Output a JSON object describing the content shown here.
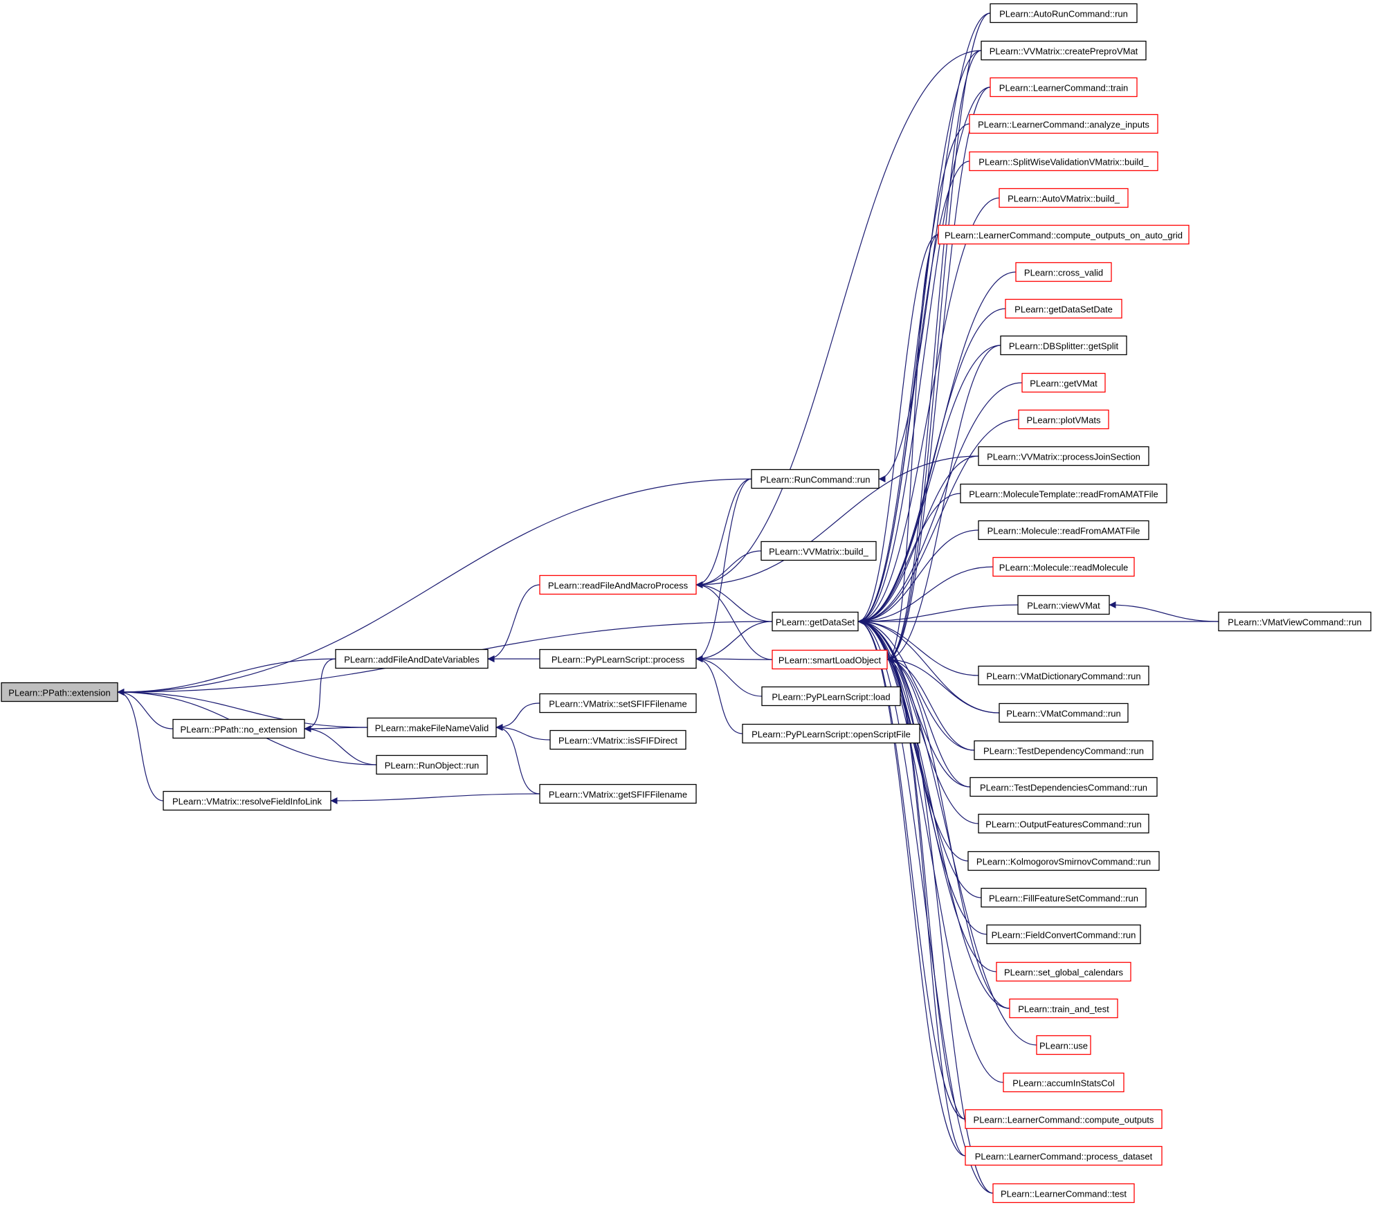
{
  "diagram": {
    "type": "call-graph",
    "colors": {
      "edge": "#191970",
      "node_border": "#000000",
      "node_truncated_border": "#ff0000",
      "focus_fill": "#bfbfbf",
      "node_fill": "#ffffff",
      "text": "#000000"
    },
    "nodes": [
      {
        "id": "n0",
        "label": "PLearn::PPath::extension",
        "style": "focus"
      },
      {
        "id": "n1",
        "label": "PLearn::RunCommand::run",
        "style": "normal"
      },
      {
        "id": "n2",
        "label": "PLearn::getDataSet",
        "style": "normal"
      },
      {
        "id": "n3",
        "label": "PLearn::addFileAndDateVariables",
        "style": "normal"
      },
      {
        "id": "n4",
        "label": "PLearn::PPath::no_extension",
        "style": "normal"
      },
      {
        "id": "n5",
        "label": "PLearn::makeFileNameValid",
        "style": "normal"
      },
      {
        "id": "n6",
        "label": "PLearn::RunObject::run",
        "style": "normal"
      },
      {
        "id": "n7",
        "label": "PLearn::VMatrix::resolveFieldInfoLink",
        "style": "normal"
      },
      {
        "id": "n8",
        "label": "PLearn::readFileAndMacroProcess",
        "style": "truncated"
      },
      {
        "id": "n9",
        "label": "PLearn::PyPLearnScript::process",
        "style": "normal"
      },
      {
        "id": "n10",
        "label": "PLearn::VMatrix::setSFIFFilename",
        "style": "normal"
      },
      {
        "id": "n11",
        "label": "PLearn::VMatrix::isSFIFDirect",
        "style": "normal"
      },
      {
        "id": "n12",
        "label": "PLearn::VMatrix::getSFIFFilename",
        "style": "normal"
      },
      {
        "id": "n13",
        "label": "PLearn::AutoRunCommand::run",
        "style": "normal"
      },
      {
        "id": "n14",
        "label": "PLearn::VVMatrix::build_",
        "style": "normal"
      },
      {
        "id": "n15",
        "label": "PLearn::smartLoadObject",
        "style": "truncated"
      },
      {
        "id": "n16",
        "label": "PLearn::PyPLearnScript::load",
        "style": "normal"
      },
      {
        "id": "n17",
        "label": "PLearn::PyPLearnScript::openScriptFile",
        "style": "normal"
      },
      {
        "id": "n18",
        "label": "PLearn::VVMatrix::createPreproVMat",
        "style": "normal"
      },
      {
        "id": "n19",
        "label": "PLearn::LearnerCommand::train",
        "style": "truncated"
      },
      {
        "id": "n20",
        "label": "PLearn::LearnerCommand::analyze_inputs",
        "style": "truncated"
      },
      {
        "id": "n21",
        "label": "PLearn::SplitWiseValidationVMatrix::build_",
        "style": "truncated"
      },
      {
        "id": "n22",
        "label": "PLearn::AutoVMatrix::build_",
        "style": "truncated"
      },
      {
        "id": "n23",
        "label": "PLearn::LearnerCommand::compute_outputs_on_auto_grid",
        "style": "truncated"
      },
      {
        "id": "n24",
        "label": "PLearn::cross_valid",
        "style": "truncated"
      },
      {
        "id": "n25",
        "label": "PLearn::getDataSetDate",
        "style": "truncated"
      },
      {
        "id": "n26",
        "label": "PLearn::DBSplitter::getSplit",
        "style": "normal"
      },
      {
        "id": "n27",
        "label": "PLearn::getVMat",
        "style": "truncated"
      },
      {
        "id": "n28",
        "label": "PLearn::plotVMats",
        "style": "truncated"
      },
      {
        "id": "n29",
        "label": "PLearn::VVMatrix::processJoinSection",
        "style": "normal"
      },
      {
        "id": "n30",
        "label": "PLearn::MoleculeTemplate::readFromAMATFile",
        "style": "normal"
      },
      {
        "id": "n31",
        "label": "PLearn::Molecule::readFromAMATFile",
        "style": "normal"
      },
      {
        "id": "n32",
        "label": "PLearn::Molecule::readMolecule",
        "style": "truncated"
      },
      {
        "id": "n33",
        "label": "PLearn::viewVMat",
        "style": "normal"
      },
      {
        "id": "n34",
        "label": "PLearn::VMatViewCommand::run",
        "style": "normal"
      },
      {
        "id": "n35",
        "label": "PLearn::VMatDictionaryCommand::run",
        "style": "normal"
      },
      {
        "id": "n36",
        "label": "PLearn::VMatCommand::run",
        "style": "normal"
      },
      {
        "id": "n37",
        "label": "PLearn::TestDependencyCommand::run",
        "style": "normal"
      },
      {
        "id": "n38",
        "label": "PLearn::TestDependenciesCommand::run",
        "style": "normal"
      },
      {
        "id": "n39",
        "label": "PLearn::OutputFeaturesCommand::run",
        "style": "normal"
      },
      {
        "id": "n40",
        "label": "PLearn::KolmogorovSmirnovCommand::run",
        "style": "normal"
      },
      {
        "id": "n41",
        "label": "PLearn::FillFeatureSetCommand::run",
        "style": "normal"
      },
      {
        "id": "n42",
        "label": "PLearn::FieldConvertCommand::run",
        "style": "normal"
      },
      {
        "id": "n43",
        "label": "PLearn::set_global_calendars",
        "style": "truncated"
      },
      {
        "id": "n44",
        "label": "PLearn::train_and_test",
        "style": "truncated"
      },
      {
        "id": "n45",
        "label": "PLearn::use",
        "style": "truncated"
      },
      {
        "id": "n46",
        "label": "PLearn::accumInStatsCol",
        "style": "truncated"
      },
      {
        "id": "n47",
        "label": "PLearn::LearnerCommand::compute_outputs",
        "style": "truncated"
      },
      {
        "id": "n48",
        "label": "PLearn::LearnerCommand::process_dataset",
        "style": "truncated"
      },
      {
        "id": "n49",
        "label": "PLearn::LearnerCommand::test",
        "style": "truncated"
      }
    ],
    "edges": [
      {
        "from": "n1",
        "to": "n0"
      },
      {
        "from": "n2",
        "to": "n0"
      },
      {
        "from": "n3",
        "to": "n0"
      },
      {
        "from": "n4",
        "to": "n0"
      },
      {
        "from": "n5",
        "to": "n0"
      },
      {
        "from": "n6",
        "to": "n0"
      },
      {
        "from": "n7",
        "to": "n0"
      },
      {
        "from": "n5",
        "to": "n4"
      },
      {
        "from": "n3",
        "to": "n4"
      },
      {
        "from": "n6",
        "to": "n4"
      },
      {
        "from": "n8",
        "to": "n3"
      },
      {
        "from": "n9",
        "to": "n3"
      },
      {
        "from": "n10",
        "to": "n5"
      },
      {
        "from": "n11",
        "to": "n5"
      },
      {
        "from": "n12",
        "to": "n5"
      },
      {
        "from": "n12",
        "to": "n7"
      },
      {
        "from": "n1",
        "to": "n8"
      },
      {
        "from": "n14",
        "to": "n8"
      },
      {
        "from": "n2",
        "to": "n8"
      },
      {
        "from": "n15",
        "to": "n8"
      },
      {
        "from": "n18",
        "to": "n8"
      },
      {
        "from": "n29",
        "to": "n8"
      },
      {
        "from": "n1",
        "to": "n9"
      },
      {
        "from": "n2",
        "to": "n9"
      },
      {
        "from": "n15",
        "to": "n9"
      },
      {
        "from": "n16",
        "to": "n9"
      },
      {
        "from": "n17",
        "to": "n9"
      },
      {
        "from": "n13",
        "to": "n1"
      },
      {
        "from": "n18",
        "to": "n2"
      },
      {
        "from": "n19",
        "to": "n2"
      },
      {
        "from": "n20",
        "to": "n2"
      },
      {
        "from": "n21",
        "to": "n2"
      },
      {
        "from": "n22",
        "to": "n2"
      },
      {
        "from": "n23",
        "to": "n2"
      },
      {
        "from": "n24",
        "to": "n2"
      },
      {
        "from": "n25",
        "to": "n2"
      },
      {
        "from": "n26",
        "to": "n2"
      },
      {
        "from": "n27",
        "to": "n2"
      },
      {
        "from": "n28",
        "to": "n2"
      },
      {
        "from": "n29",
        "to": "n2"
      },
      {
        "from": "n30",
        "to": "n2"
      },
      {
        "from": "n31",
        "to": "n2"
      },
      {
        "from": "n32",
        "to": "n2"
      },
      {
        "from": "n33",
        "to": "n2"
      },
      {
        "from": "n34",
        "to": "n2"
      },
      {
        "from": "n35",
        "to": "n2"
      },
      {
        "from": "n36",
        "to": "n2"
      },
      {
        "from": "n37",
        "to": "n2"
      },
      {
        "from": "n38",
        "to": "n2"
      },
      {
        "from": "n39",
        "to": "n2"
      },
      {
        "from": "n40",
        "to": "n2"
      },
      {
        "from": "n41",
        "to": "n2"
      },
      {
        "from": "n42",
        "to": "n2"
      },
      {
        "from": "n43",
        "to": "n2"
      },
      {
        "from": "n44",
        "to": "n2"
      },
      {
        "from": "n45",
        "to": "n2"
      },
      {
        "from": "n46",
        "to": "n2"
      },
      {
        "from": "n47",
        "to": "n2"
      },
      {
        "from": "n48",
        "to": "n2"
      },
      {
        "from": "n49",
        "to": "n2"
      },
      {
        "from": "n34",
        "to": "n33"
      },
      {
        "from": "n13",
        "to": "n15"
      },
      {
        "from": "n18",
        "to": "n15"
      },
      {
        "from": "n19",
        "to": "n15"
      },
      {
        "from": "n23",
        "to": "n15"
      },
      {
        "from": "n26",
        "to": "n15"
      },
      {
        "from": "n36",
        "to": "n15"
      },
      {
        "from": "n37",
        "to": "n15"
      },
      {
        "from": "n38",
        "to": "n15"
      },
      {
        "from": "n44",
        "to": "n15"
      },
      {
        "from": "n47",
        "to": "n15"
      },
      {
        "from": "n48",
        "to": "n15"
      },
      {
        "from": "n49",
        "to": "n15"
      }
    ]
  }
}
